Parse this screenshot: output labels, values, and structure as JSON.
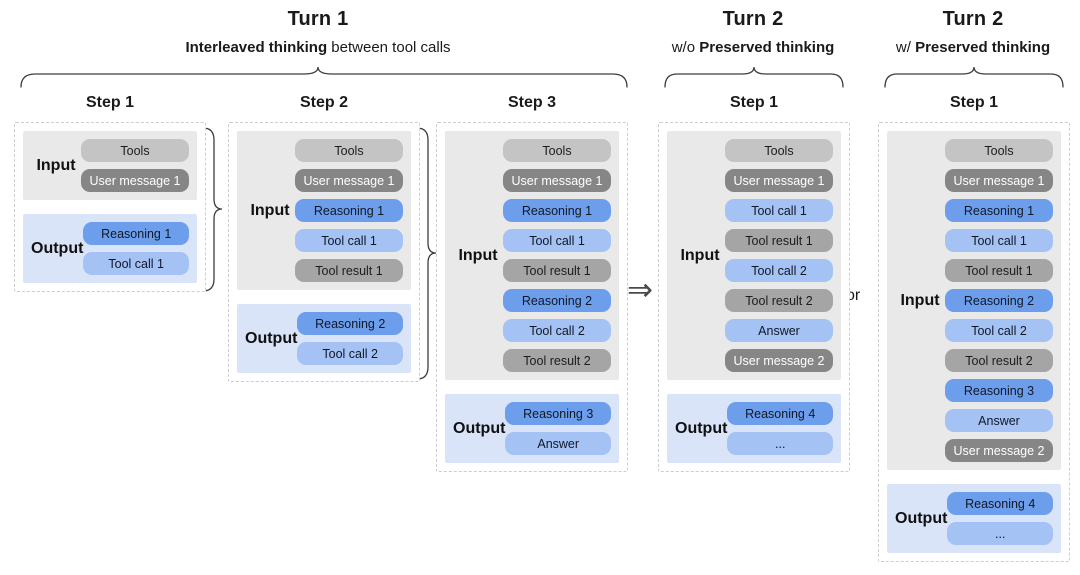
{
  "headers": [
    {
      "title": "Turn 1",
      "subtitle_prefix": "",
      "subtitle_bold": "Interleaved thinking",
      "subtitle_suffix": " between tool calls"
    },
    {
      "title": "Turn 2",
      "subtitle_prefix": "w/o ",
      "subtitle_bold": "Preserved thinking",
      "subtitle_suffix": ""
    },
    {
      "title": "Turn 2",
      "subtitle_prefix": "w/ ",
      "subtitle_bold": "Preserved thinking",
      "subtitle_suffix": ""
    }
  ],
  "connectors": {
    "arrow": "⇒",
    "or_label": "or"
  },
  "columns": [
    {
      "step": "Step 1",
      "input_label": "Input",
      "output_label": "Output",
      "input_pills": [
        {
          "label": "Tools",
          "type": "tools"
        },
        {
          "label": "User message 1",
          "type": "user-message"
        }
      ],
      "output_pills": [
        {
          "label": "Reasoning 1",
          "type": "reasoning"
        },
        {
          "label": "Tool call 1",
          "type": "tool-call"
        }
      ]
    },
    {
      "step": "Step 2",
      "input_label": "Input",
      "output_label": "Output",
      "input_pills": [
        {
          "label": "Tools",
          "type": "tools"
        },
        {
          "label": "User message 1",
          "type": "user-message"
        },
        {
          "label": "Reasoning 1",
          "type": "reasoning"
        },
        {
          "label": "Tool call 1",
          "type": "tool-call"
        },
        {
          "label": "Tool result 1",
          "type": "tool-result"
        }
      ],
      "output_pills": [
        {
          "label": "Reasoning 2",
          "type": "reasoning"
        },
        {
          "label": "Tool call 2",
          "type": "tool-call"
        }
      ]
    },
    {
      "step": "Step 3",
      "input_label": "Input",
      "output_label": "Output",
      "input_pills": [
        {
          "label": "Tools",
          "type": "tools"
        },
        {
          "label": "User message 1",
          "type": "user-message"
        },
        {
          "label": "Reasoning 1",
          "type": "reasoning"
        },
        {
          "label": "Tool call 1",
          "type": "tool-call"
        },
        {
          "label": "Tool result 1",
          "type": "tool-result"
        },
        {
          "label": "Reasoning 2",
          "type": "reasoning"
        },
        {
          "label": "Tool call 2",
          "type": "tool-call"
        },
        {
          "label": "Tool result 2",
          "type": "tool-result"
        }
      ],
      "output_pills": [
        {
          "label": "Reasoning 3",
          "type": "reasoning"
        },
        {
          "label": "Answer",
          "type": "answer"
        }
      ]
    },
    {
      "step": "Step 1",
      "input_label": "Input",
      "output_label": "Output",
      "input_pills": [
        {
          "label": "Tools",
          "type": "tools"
        },
        {
          "label": "User message 1",
          "type": "user-message"
        },
        {
          "label": "Tool call 1",
          "type": "tool-call"
        },
        {
          "label": "Tool result 1",
          "type": "tool-result"
        },
        {
          "label": "Tool call 2",
          "type": "tool-call"
        },
        {
          "label": "Tool result 2",
          "type": "tool-result"
        },
        {
          "label": "Answer",
          "type": "answer"
        },
        {
          "label": "User message 2",
          "type": "user-message"
        }
      ],
      "output_pills": [
        {
          "label": "Reasoning 4",
          "type": "reasoning"
        },
        {
          "label": "...",
          "type": "ellipsis"
        }
      ]
    },
    {
      "step": "Step 1",
      "input_label": "Input",
      "output_label": "Output",
      "input_pills": [
        {
          "label": "Tools",
          "type": "tools"
        },
        {
          "label": "User message 1",
          "type": "user-message"
        },
        {
          "label": "Reasoning 1",
          "type": "reasoning"
        },
        {
          "label": "Tool call 1",
          "type": "tool-call"
        },
        {
          "label": "Tool result 1",
          "type": "tool-result"
        },
        {
          "label": "Reasoning 2",
          "type": "reasoning"
        },
        {
          "label": "Tool call 2",
          "type": "tool-call"
        },
        {
          "label": "Tool result 2",
          "type": "tool-result"
        },
        {
          "label": "Reasoning 3",
          "type": "reasoning"
        },
        {
          "label": "Answer",
          "type": "answer"
        },
        {
          "label": "User message 2",
          "type": "user-message"
        }
      ],
      "output_pills": [
        {
          "label": "Reasoning 4",
          "type": "reasoning"
        },
        {
          "label": "...",
          "type": "ellipsis"
        }
      ]
    }
  ],
  "colors": {
    "tools_pill": "#c4c4c4",
    "user_message_pill": "#868686",
    "reasoning_pill": "#6d9eeb",
    "tool_call_pill": "#a4c2f4",
    "tool_result_pill": "#a5a5a5",
    "answer_pill": "#a4c2f4",
    "input_panel": "#e9e9e9",
    "output_panel": "#d9e4f8"
  }
}
